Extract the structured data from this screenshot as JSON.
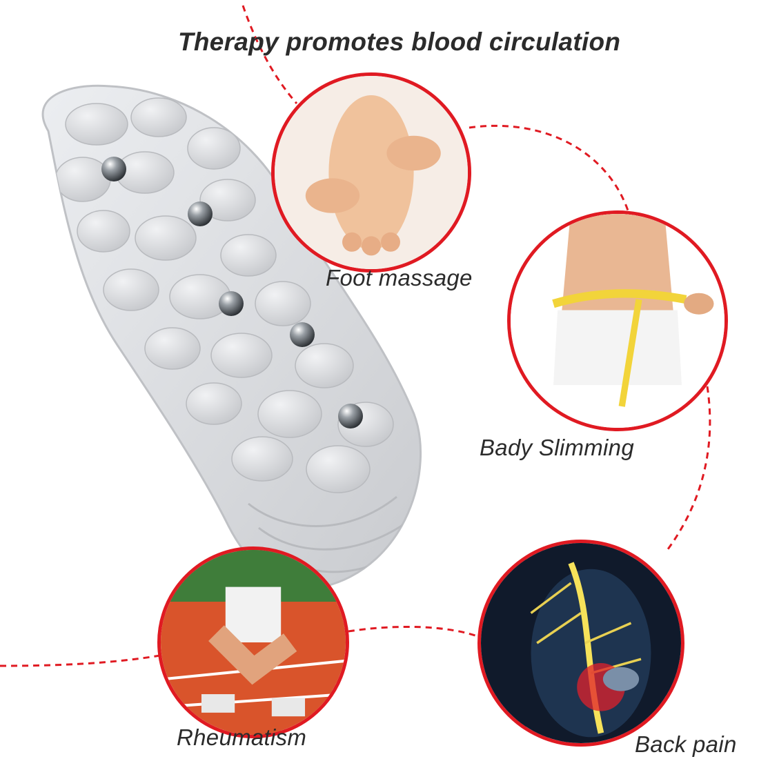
{
  "headline": "Therapy promotes blood circulation",
  "benefits": [
    {
      "label": "Foot massage",
      "icon": "foot-massage-photo"
    },
    {
      "label": "Bady Slimming",
      "icon": "waist-measure-photo"
    },
    {
      "label": "Rheumatism",
      "icon": "knee-pain-photo"
    },
    {
      "label": "Back pain",
      "icon": "spine-pain-photo"
    }
  ],
  "product": {
    "icon": "magnetic-massage-insole",
    "magnet_count": 5
  },
  "colors": {
    "accent": "#e01a22",
    "insole": "#d9dadd",
    "text": "#2b2b2b"
  }
}
